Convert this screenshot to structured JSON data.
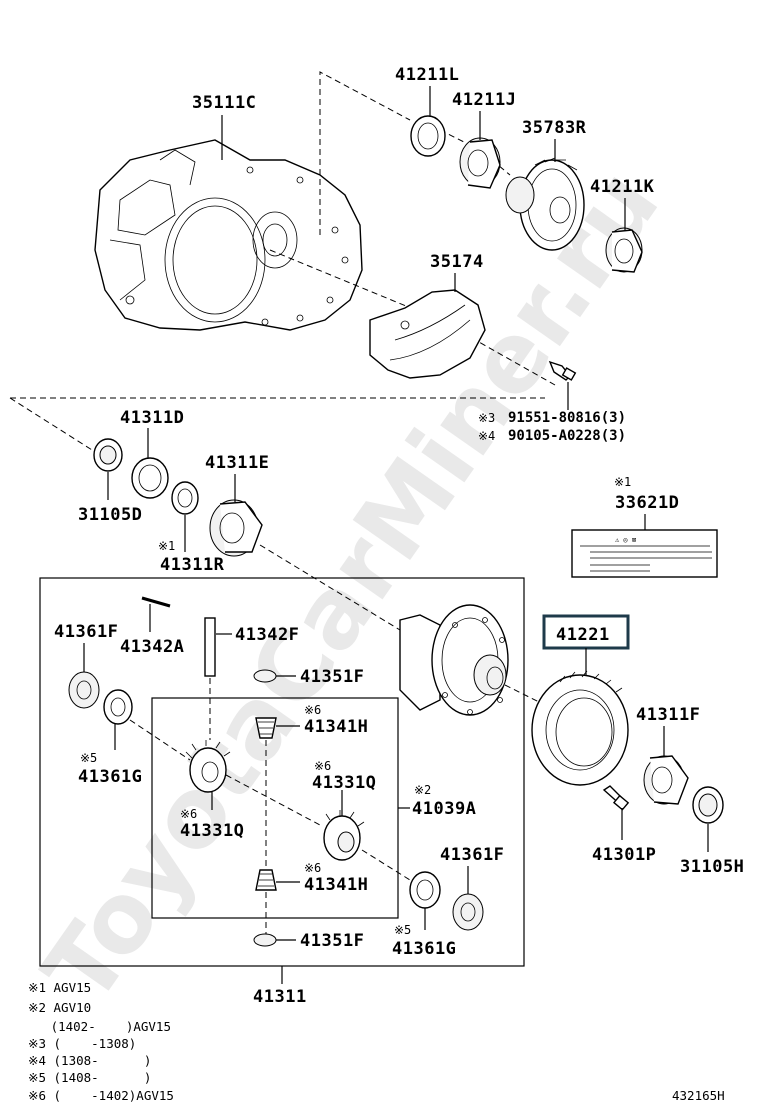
{
  "parts": {
    "p35111C": "35111C",
    "p41211L": "41211L",
    "p41211J": "41211J",
    "p35783R": "35783R",
    "p41211K": "41211K",
    "p35174": "35174",
    "p91551": "91551-80816(3)",
    "p90105": "90105-A0228(3)",
    "p41311D": "41311D",
    "p31105D": "31105D",
    "p41311E": "41311E",
    "p41311R": "41311R",
    "p33621D": "33621D",
    "p41221": "41221",
    "p41361F_a": "41361F",
    "p41342A": "41342A",
    "p41342F": "41342F",
    "p41351F_a": "41351F",
    "p41341H_a": "41341H",
    "p41361G_a": "41361G",
    "p41331Q_a": "41331Q",
    "p41331Q_b": "41331Q",
    "p41039A": "41039A",
    "p41341H_b": "41341H",
    "p41351F_b": "41351F",
    "p41361F_b": "41361F",
    "p41361G_b": "41361G",
    "p41311F": "41311F",
    "p41301P": "41301P",
    "p31105H": "31105H",
    "p41311": "41311"
  },
  "marks": {
    "m1": "※1",
    "m2": "※2",
    "m3": "※3",
    "m4": "※4",
    "m5": "※5",
    "m6": "※6"
  },
  "notes": [
    "※1 AGV15",
    "※2 AGV10",
    "   (1402-    )AGV15",
    "※3 (    -1308)",
    "※4 (1308-      )",
    "※5 (1408-      )",
    "※6 (    -1402)AGV15"
  ],
  "figure_id": "432165H",
  "watermark": "ToyotaCarMiner.ru",
  "label_sheet_text": "⚠ ◎ ⊠"
}
